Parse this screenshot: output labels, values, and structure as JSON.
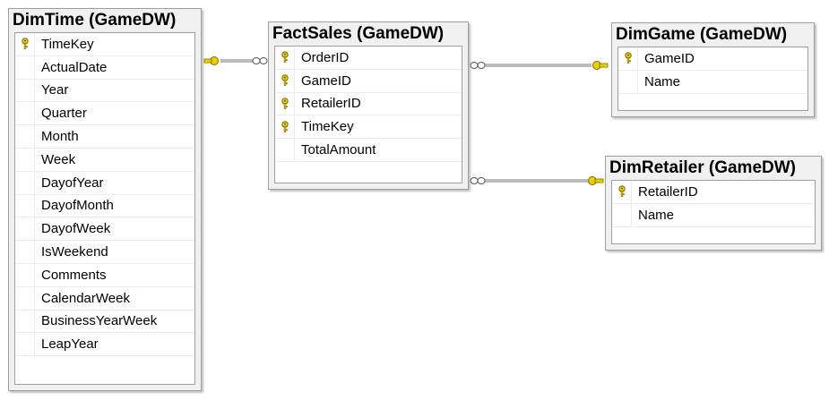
{
  "colors": {
    "key_yellow": "#e8d000",
    "connector": "#777777",
    "window_bg": "#f0f0f0"
  },
  "tables": {
    "dimtime": {
      "title": "DimTime (GameDW)",
      "columns": [
        {
          "name": "TimeKey",
          "key": true
        },
        {
          "name": "ActualDate",
          "key": false
        },
        {
          "name": "Year",
          "key": false
        },
        {
          "name": "Quarter",
          "key": false
        },
        {
          "name": "Month",
          "key": false
        },
        {
          "name": "Week",
          "key": false
        },
        {
          "name": "DayofYear",
          "key": false
        },
        {
          "name": "DayofMonth",
          "key": false
        },
        {
          "name": "DayofWeek",
          "key": false
        },
        {
          "name": "IsWeekend",
          "key": false
        },
        {
          "name": "Comments",
          "key": false
        },
        {
          "name": "CalendarWeek",
          "key": false
        },
        {
          "name": "BusinessYearWeek",
          "key": false
        },
        {
          "name": "LeapYear",
          "key": false
        }
      ]
    },
    "factsales": {
      "title": "FactSales (GameDW)",
      "columns": [
        {
          "name": "OrderID",
          "key": true
        },
        {
          "name": "GameID",
          "key": true
        },
        {
          "name": "RetailerID",
          "key": true
        },
        {
          "name": "TimeKey",
          "key": true
        },
        {
          "name": "TotalAmount",
          "key": false
        }
      ]
    },
    "dimgame": {
      "title": "DimGame (GameDW)",
      "columns": [
        {
          "name": "GameID",
          "key": true
        },
        {
          "name": "Name",
          "key": false
        }
      ]
    },
    "dimretailer": {
      "title": "DimRetailer (GameDW)",
      "columns": [
        {
          "name": "RetailerID",
          "key": true
        },
        {
          "name": "Name",
          "key": false
        }
      ]
    }
  }
}
